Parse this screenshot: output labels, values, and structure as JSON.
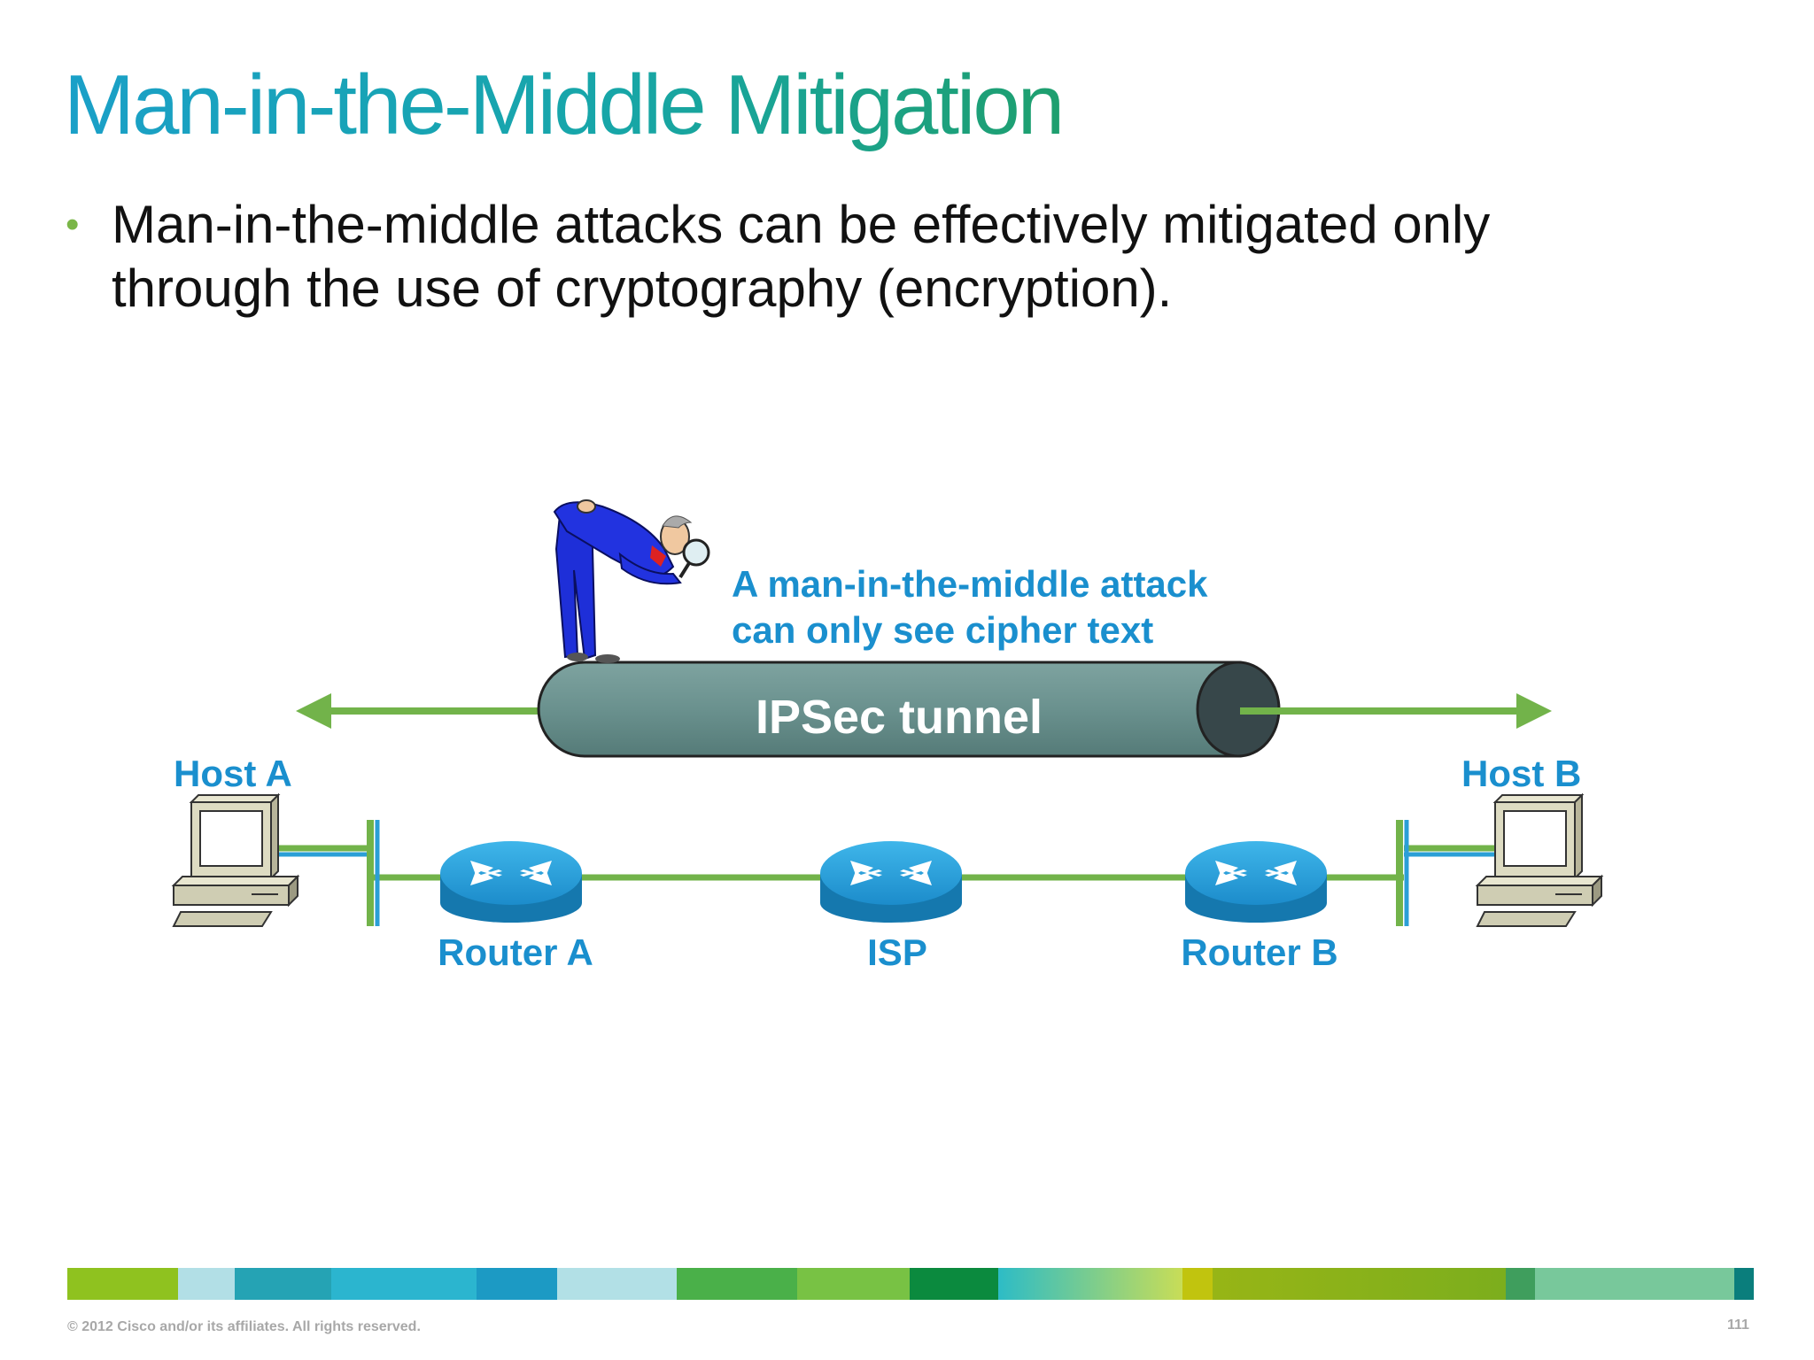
{
  "slide": {
    "title": "Man-in-the-Middle Mitigation",
    "bullet": "Man-in-the-middle attacks can be effectively mitigated only through the use of cryptography (encryption)."
  },
  "diagram": {
    "attack_caption_line1": "A man-in-the-middle attack",
    "attack_caption_line2": "can only see cipher text",
    "tunnel_label": "IPSec tunnel",
    "host_a": "Host A",
    "host_b": "Host B",
    "router_a": "Router A",
    "isp": "ISP",
    "router_b": "Router B"
  },
  "footer": {
    "copyright": "© 2012 Cisco and/or its affiliates. All rights reserved.",
    "page_number": "111"
  },
  "colors": {
    "title_gradient": [
      "#1aa0c8",
      "#1e9f6e"
    ],
    "label_blue": "#1a8fce",
    "link_green": "#72b34a",
    "tunnel_gray": "#6a918e",
    "router_blue": "#1f8fc8"
  },
  "icons": [
    "computer-icon",
    "router-icon",
    "eavesdropper-figure"
  ]
}
